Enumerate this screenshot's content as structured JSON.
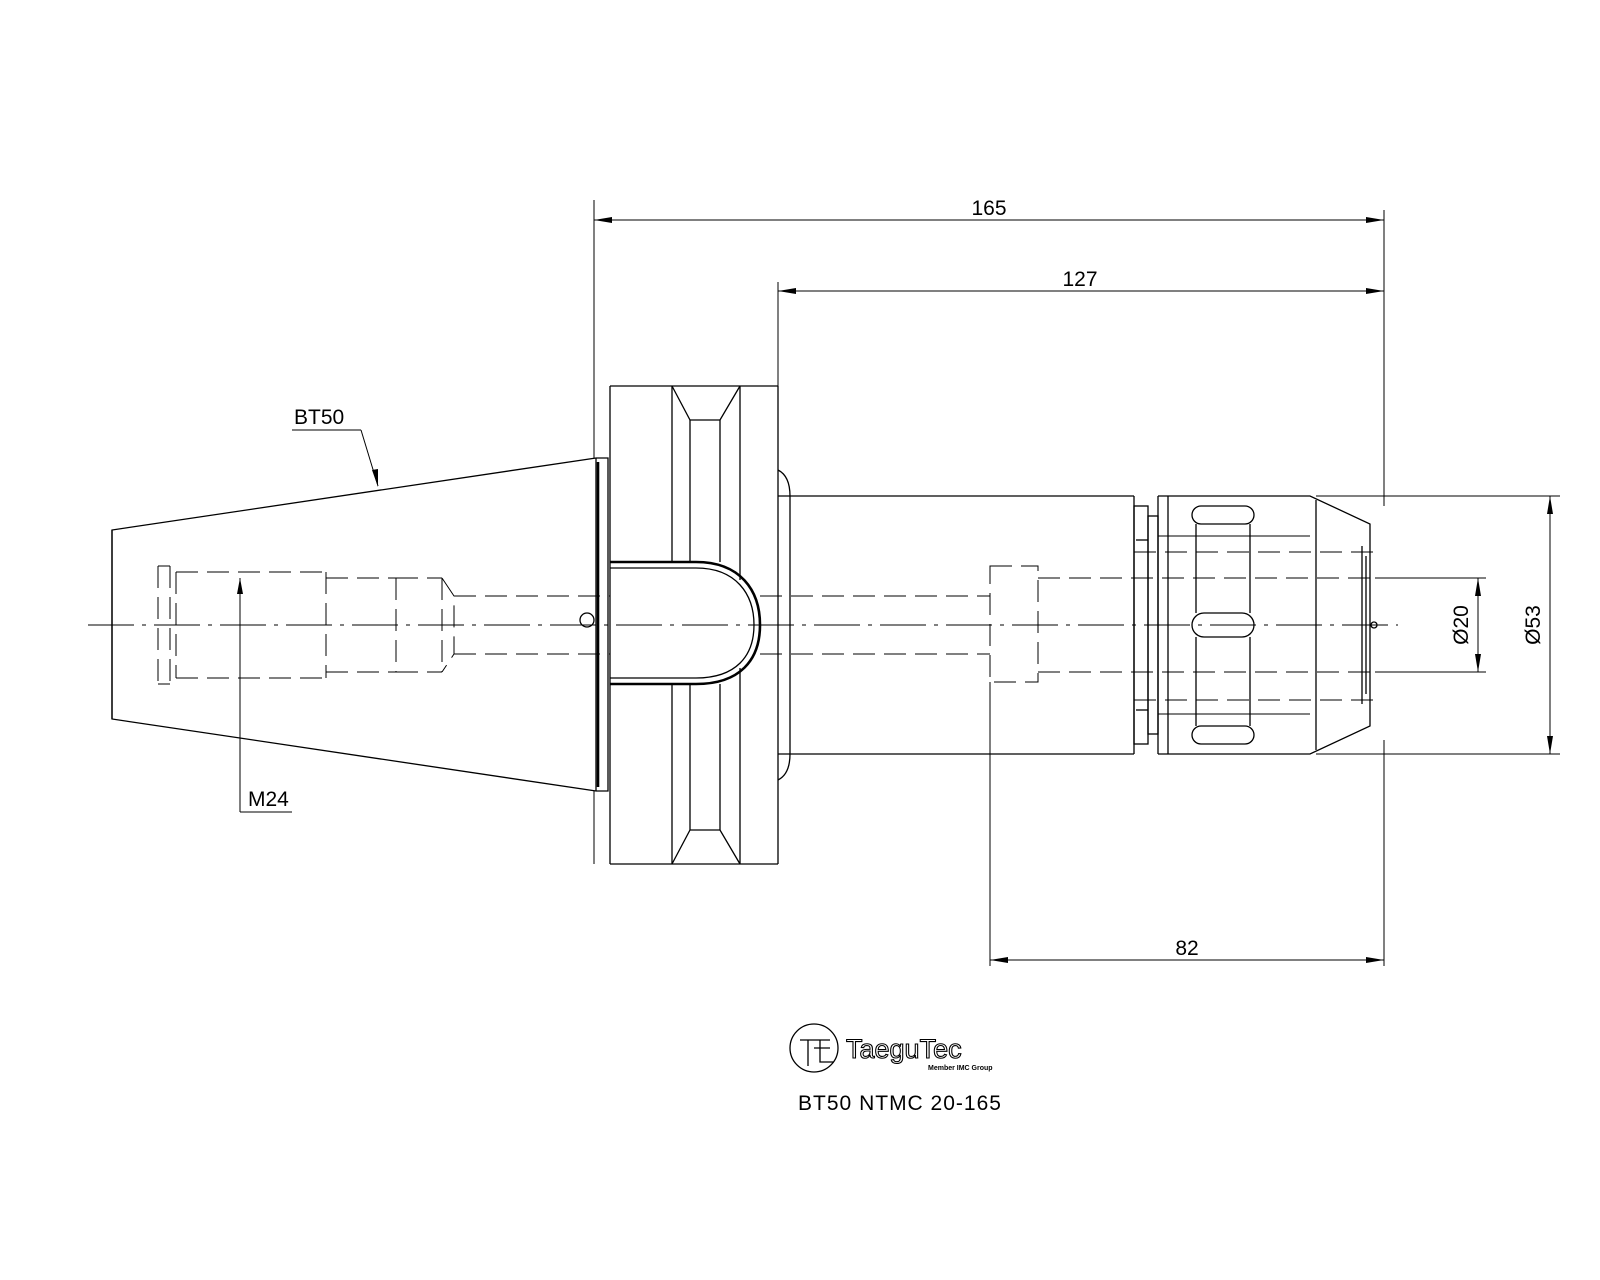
{
  "dimensions": {
    "overall_length": "165",
    "gauge_length": "127",
    "collet_length": "82",
    "clamp_diameter": "Ø20",
    "nut_diameter": "Ø53"
  },
  "labels": {
    "taper": "BT50",
    "thread": "M24"
  },
  "logo": {
    "brand": "TaeguTec",
    "tagline": "Member IMC Group"
  },
  "part_number": "BT50 NTMC 20-165"
}
